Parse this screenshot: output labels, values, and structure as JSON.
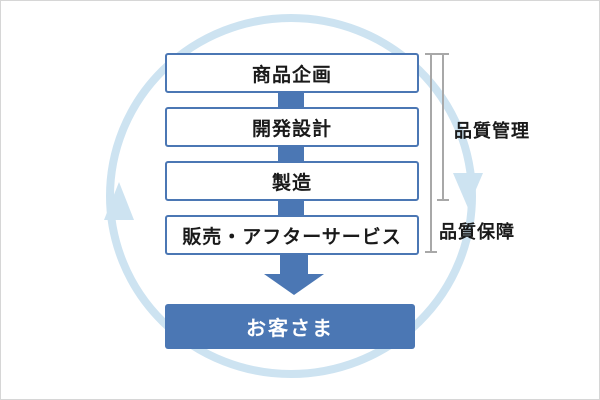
{
  "flow": {
    "steps": [
      {
        "label": "商品企画"
      },
      {
        "label": "開発設計"
      },
      {
        "label": "製造"
      },
      {
        "label": "販売・アフターサービス"
      }
    ],
    "customer": {
      "label": "お客さま"
    }
  },
  "annotations": {
    "quality_control": {
      "label": "品質管理"
    },
    "quality_assurance": {
      "label": "品質保障"
    }
  },
  "icons": {
    "cycle_arrow": "circular-arrow-clockwise",
    "flow_arrow": "arrow-down",
    "step_connector": "connector-bar"
  },
  "colors": {
    "primary_blue": "#4b77b4",
    "light_blue": "#cde3f1",
    "bracket_gray": "#a8a8a8",
    "text": "#1a1a1a",
    "customer_text": "#ffffff",
    "background": "#ffffff",
    "frame_border": "#d6d6d6"
  }
}
